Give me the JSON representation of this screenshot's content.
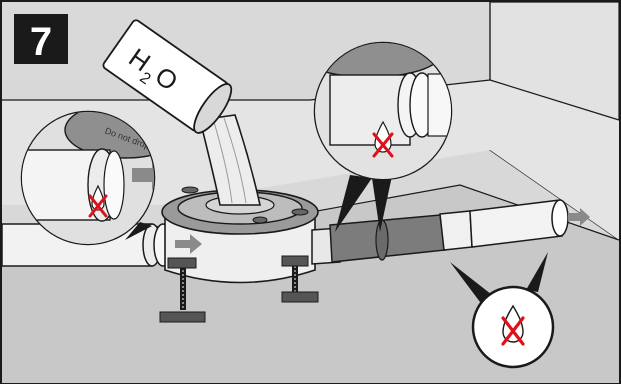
{
  "step": {
    "number": "7"
  },
  "container": {
    "label_main": "H",
    "label_sub": "2",
    "label_tail": "O"
  },
  "drain_cover": {
    "text": "Do not drop"
  },
  "colors": {
    "background_wall": "#d6d6d6",
    "floor": "#c6c6c6",
    "outline": "#1a1a1a",
    "badge": "#1a1a1a",
    "badge_text": "#ffffff",
    "arrow": "#8a8a8a",
    "leak_cross": "#e0101a"
  }
}
